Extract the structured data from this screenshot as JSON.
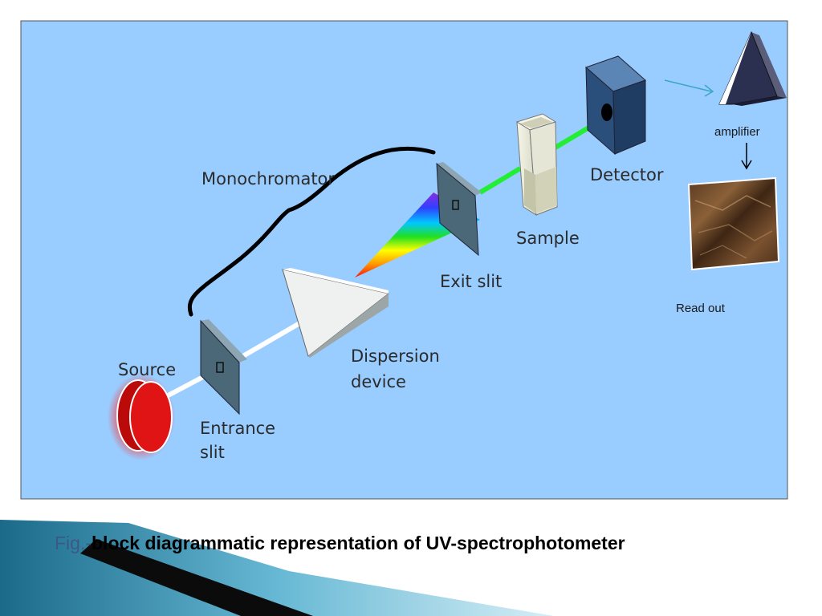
{
  "labels": {
    "source": "Source",
    "entrance_slit_line1": "Entrance",
    "entrance_slit_line2": "slit",
    "monochromator": "Monochromator",
    "dispersion_line1": "Dispersion",
    "dispersion_line2": "device",
    "exit_slit": "Exit slit",
    "sample": "Sample",
    "detector": "Detector",
    "amplifier": "amplifier",
    "read_out": "Read out"
  },
  "caption": {
    "prefix": "Fig.-",
    "text": "block diagrammatic representation of UV-spectrophotometer"
  },
  "colors": {
    "panel_background": "#99ccff",
    "beam_white": "#ffffff",
    "beam_green": "#22ee33",
    "source_red": "#dd1111",
    "detector_blue": "#2a4f7a",
    "amplifier_navy": "#2c3050"
  },
  "icons": {
    "source": "red-disc-lamp",
    "amplifier": "triangular-prism",
    "read_out": "marble-block"
  }
}
